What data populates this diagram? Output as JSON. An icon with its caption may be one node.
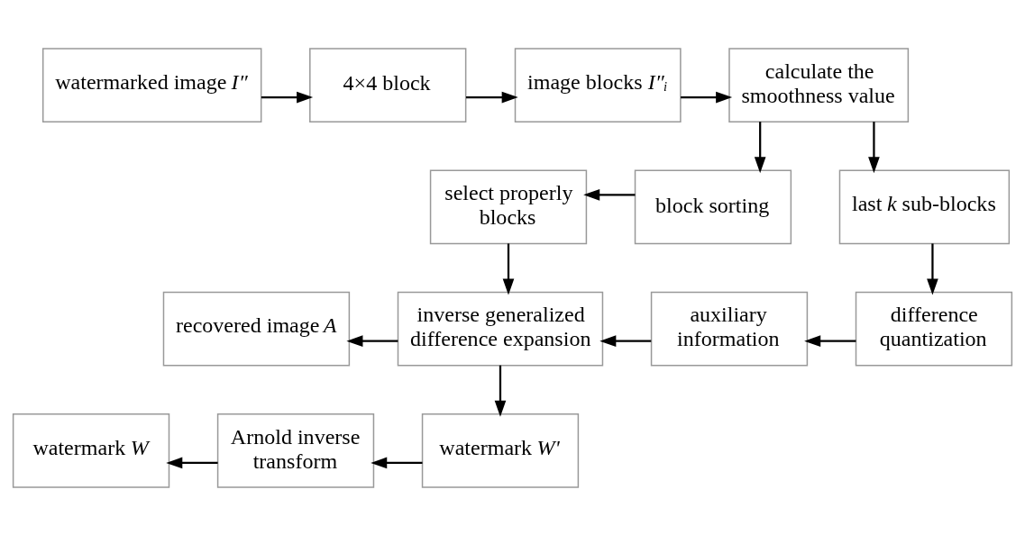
{
  "diagram": {
    "nodes": [
      {
        "text": [
          "watermarked image *I″*"
        ]
      },
      {
        "text": [
          "4×4 block"
        ]
      },
      {
        "text": [
          "image blocks *I″ᵢ*"
        ]
      },
      {
        "text": [
          "calculate the smoothness value"
        ]
      },
      {
        "text": [
          "block sorting"
        ]
      },
      {
        "text": [
          "select properly blocks"
        ]
      },
      {
        "text": [
          "last *k* sub-blocks"
        ]
      },
      {
        "text": [
          "recovered image *A*"
        ]
      },
      {
        "text": [
          "inverse generalized difference expansion"
        ]
      },
      {
        "text": [
          "auxiliary information"
        ]
      },
      {
        "text": [
          "difference quantization"
        ]
      },
      {
        "text": [
          "watermark *W*"
        ]
      },
      {
        "text": [
          "Arnold inverse transform"
        ]
      },
      {
        "text": [
          "watermark *W'*"
        ]
      }
    ],
    "edges": [
      {
        "from": 0,
        "to": 1,
        "arrow": "to"
      },
      {
        "from": 1,
        "to": 2,
        "arrow": "to"
      },
      {
        "from": 2,
        "to": 3,
        "arrow": "to"
      },
      {
        "from": 3,
        "to": 4,
        "arrow": "to"
      },
      {
        "from": 3,
        "to": 6,
        "arrow": "to"
      },
      {
        "from": 4,
        "to": 5,
        "arrow": "to"
      },
      {
        "from": 5,
        "to": 8,
        "arrow": "to"
      },
      {
        "from": 6,
        "to": 10,
        "arrow": "to"
      },
      {
        "from": 10,
        "to": 9,
        "arrow": "to"
      },
      {
        "from": 9,
        "to": 8,
        "arrow": "to"
      },
      {
        "from": 8,
        "to": 7,
        "arrow": "to"
      },
      {
        "from": 8,
        "to": 13,
        "arrow": "to"
      },
      {
        "from": 13,
        "to": 12,
        "arrow": "to"
      },
      {
        "from": 12,
        "to": 11,
        "arrow": "to"
      }
    ]
  }
}
